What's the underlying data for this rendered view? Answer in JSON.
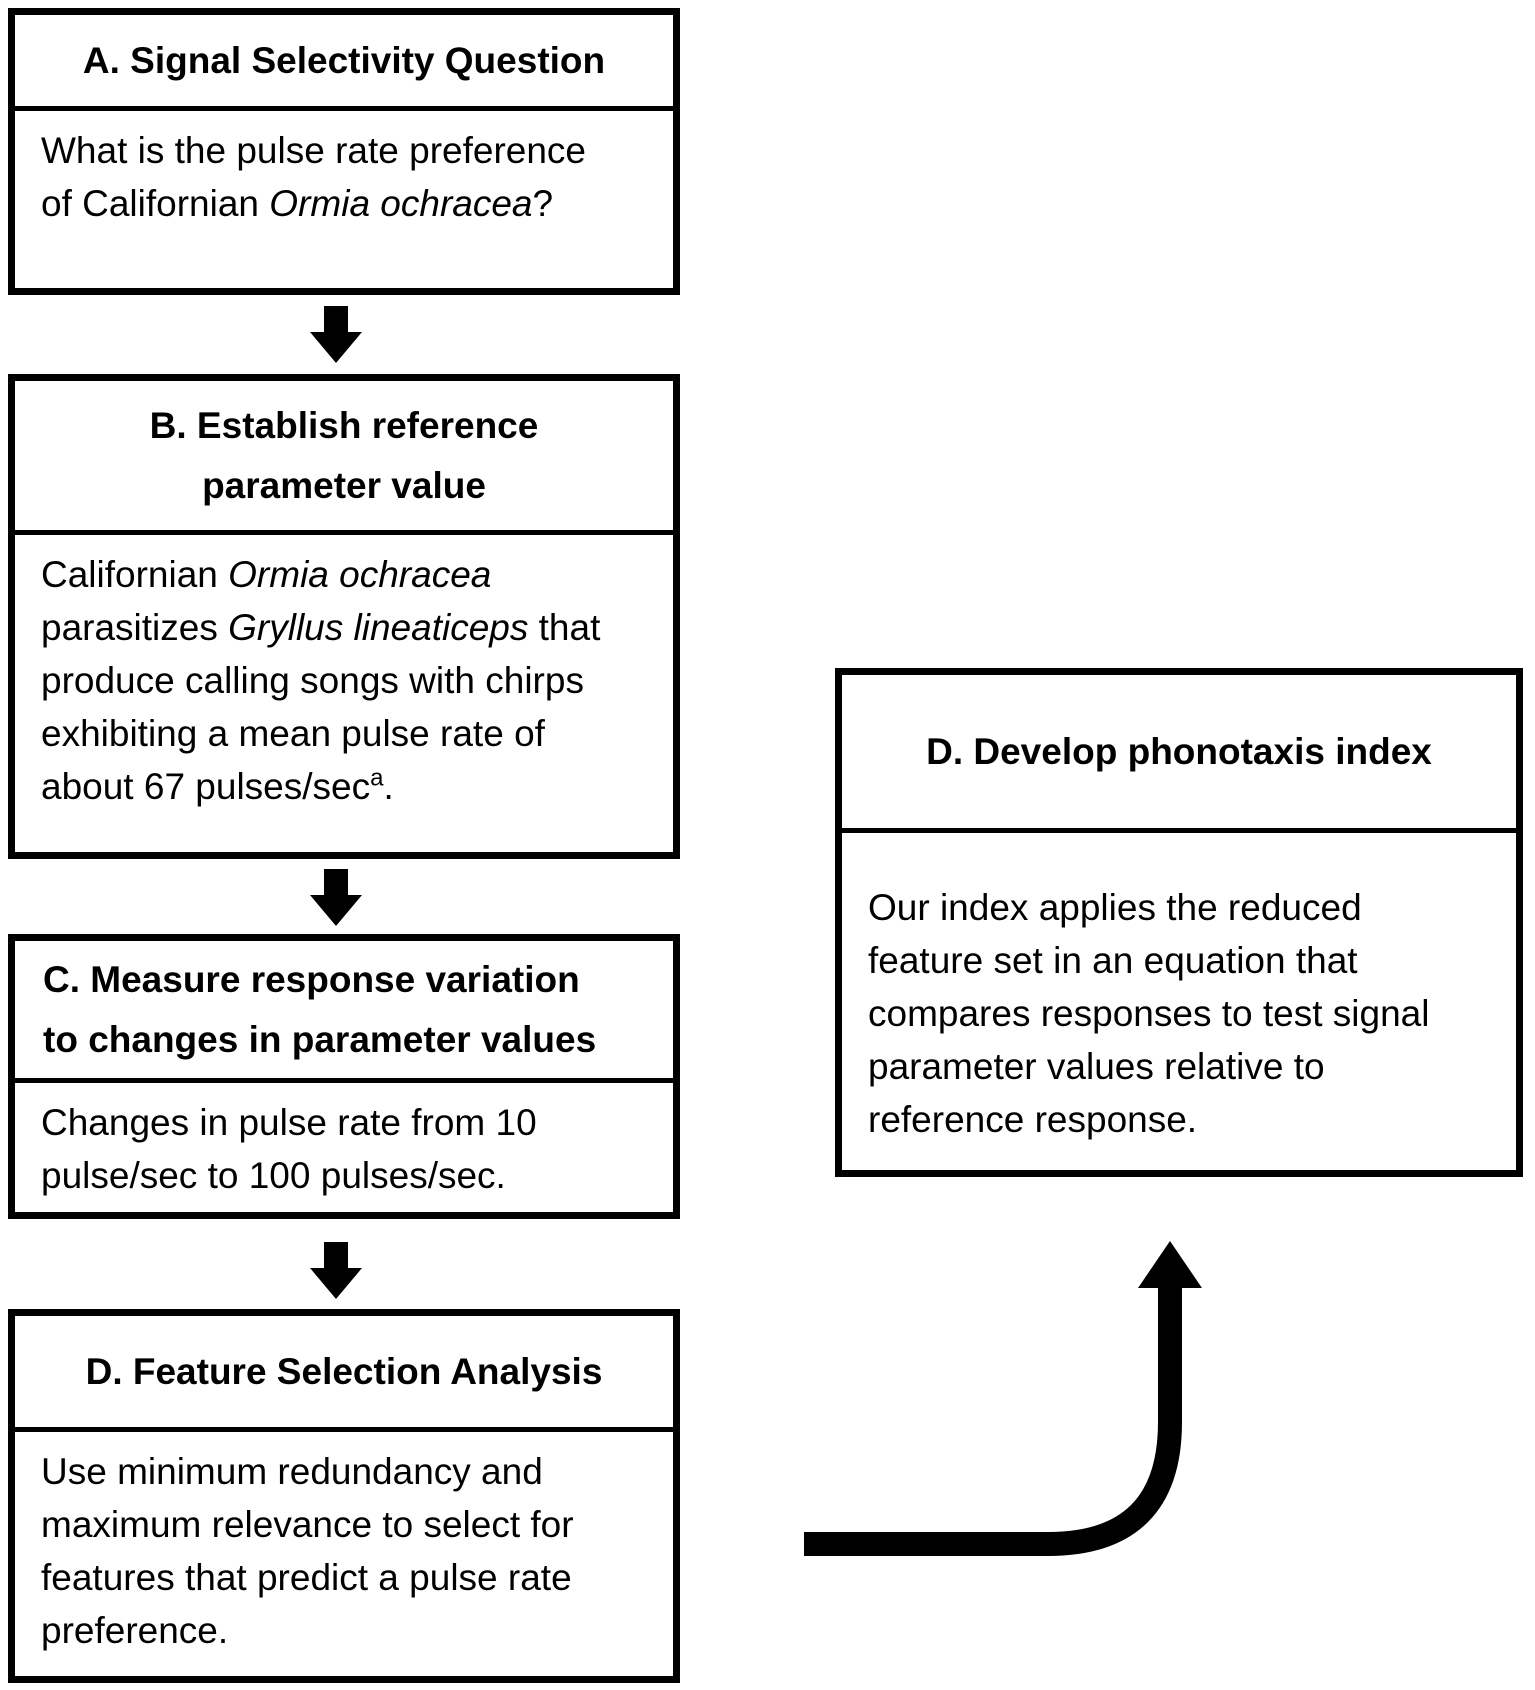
{
  "figure": {
    "type": "flowchart",
    "background_color": "#ffffff",
    "ink_color": "#000000"
  },
  "boxes": {
    "a": {
      "title": "A. Signal Selectivity Question",
      "body": [
        {
          "text": "What is the pulse rate preference\nof Californian "
        },
        {
          "text": "Ormia ochracea",
          "italic": true
        },
        {
          "text": "?"
        }
      ]
    },
    "b": {
      "title": "B. Establish reference\nparameter value",
      "body": [
        {
          "text": "Californian "
        },
        {
          "text": "Ormia ochracea",
          "italic": true
        },
        {
          "text": "\nparasitizes "
        },
        {
          "text": "Gryllus lineaticeps",
          "italic": true
        },
        {
          "text": " that\nproduce calling songs with chirps\nexhibiting a mean pulse rate of\nabout 67 pulses/sec"
        },
        {
          "text": "a",
          "sup": true
        },
        {
          "text": "."
        }
      ]
    },
    "c": {
      "title": "C. Measure response variation\nto changes in parameter values",
      "body": [
        {
          "text": "Changes in pulse rate from 10\npulse/sec to 100 pulses/sec."
        }
      ]
    },
    "d_left": {
      "title": "D. Feature Selection Analysis",
      "body": [
        {
          "text": "Use minimum redundancy and\nmaximum relevance to select for\nfeatures that predict a pulse rate\npreference."
        }
      ]
    },
    "d_right": {
      "title": "D. Develop phonotaxis index",
      "body": [
        {
          "text": "Our index applies the reduced\nfeature set in an equation that\ncompares responses to test signal\nparameter values relative to\nreference response."
        }
      ]
    }
  },
  "icons": {
    "down_arrow": "solid black block arrow pointing down",
    "curved_arrow": "thick black elbow arrow curving from left horizontal up to vertical, pointing up into the phonotaxis index box"
  }
}
